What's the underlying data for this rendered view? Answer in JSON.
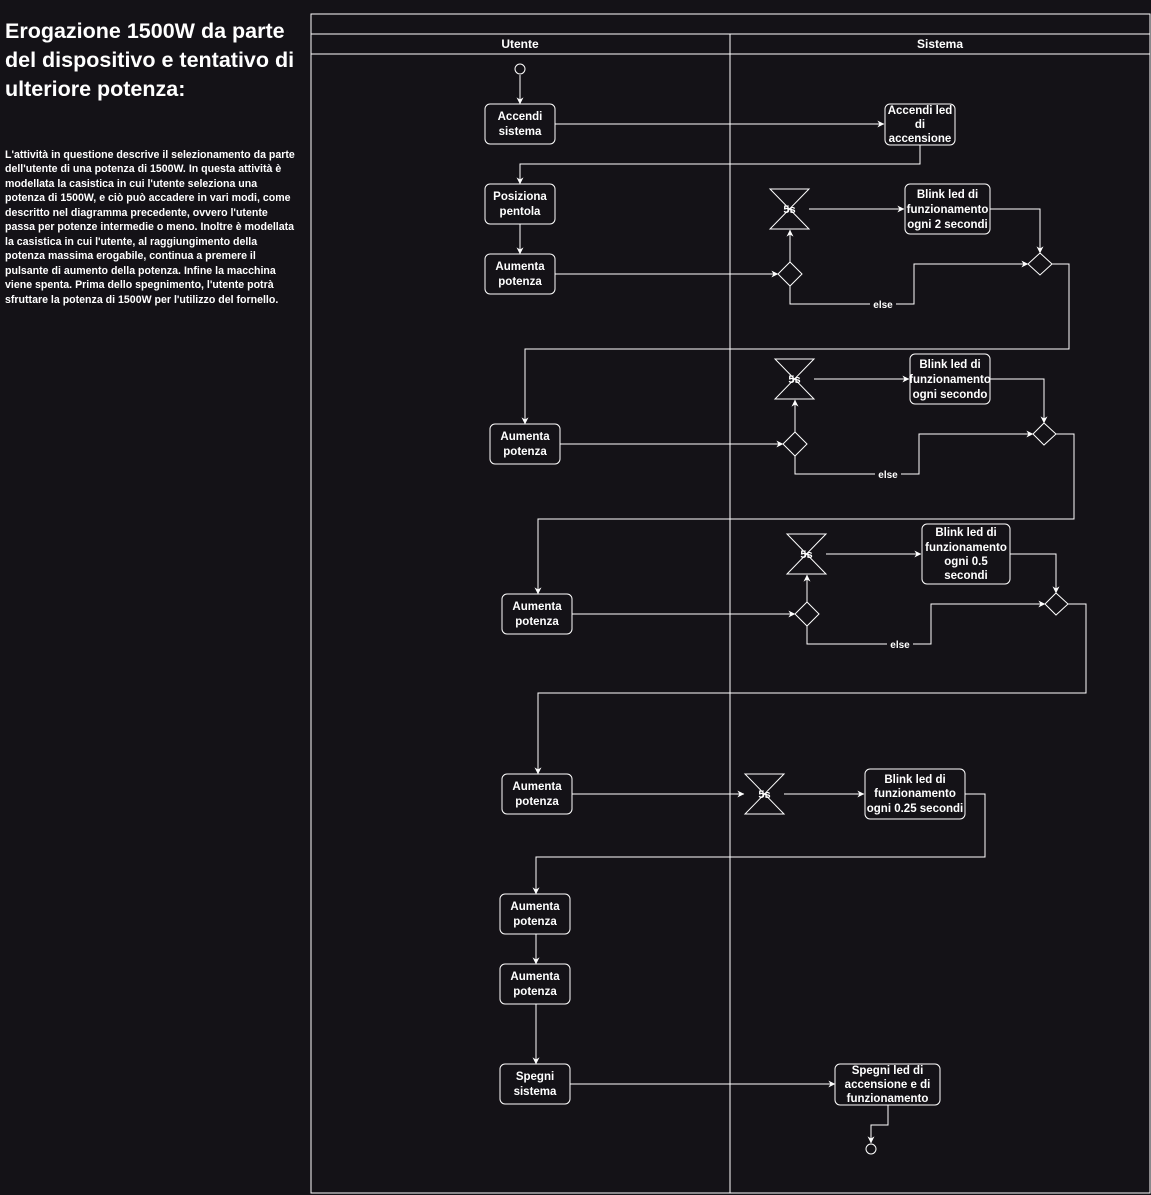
{
  "description_panel": {
    "title": "Erogazione 1500W da parte del dispositivo e tentativo di ulteriore potenza:",
    "text": "L'attività in questione descrive il selezionamento da parte dell'utente di una potenza di 1500W. In questa attività è modellata la casistica in cui l'utente seleziona una potenza di 1500W, e ciò può accadere in vari modi, come descritto nel diagramma precedente, ovvero l'utente passa per potenze intermedie o meno. Inoltre è modellata la casistica in cui l'utente, al raggiungimento della potenza massima erogabile, continua a premere il pulsante di aumento della potenza. Infine la macchina viene spenta. Prima dello spegnimento, l'utente potrà sfruttare la potenza di 1500W per l'utilizzo del fornello."
  },
  "diagram": {
    "lanes": [
      "Utente",
      "Sistema"
    ],
    "actions": {
      "accendi_sistema": [
        "Accendi",
        "sistema"
      ],
      "accendi_led": [
        "Accendi led",
        "di",
        "accensione"
      ],
      "posiziona_pentola": [
        "Posiziona",
        "pentola"
      ],
      "aumenta_1": [
        "Aumenta",
        "potenza"
      ],
      "blink_1": [
        "Blink led di",
        "funzionamento",
        "ogni 2 secondi"
      ],
      "aumenta_2": [
        "Aumenta",
        "potenza"
      ],
      "blink_2": [
        "Blink led di",
        "funzionamento",
        "ogni secondo"
      ],
      "aumenta_3": [
        "Aumenta",
        "potenza"
      ],
      "blink_3": [
        "Blink led di",
        "funzionamento",
        "ogni 0.5",
        "secondi"
      ],
      "aumenta_4": [
        "Aumenta",
        "potenza"
      ],
      "blink_4": [
        "Blink led di",
        "funzionamento",
        "ogni 0.25 secondi"
      ],
      "aumenta_5": [
        "Aumenta",
        "potenza"
      ],
      "aumenta_6": [
        "Aumenta",
        "potenza"
      ],
      "spegni_sistema": [
        "Spegni",
        "sistema"
      ],
      "spegni_led": [
        "Spegni led di",
        "accensione e di",
        "funzionamento"
      ]
    },
    "timer_label": "5s",
    "guard_else": "else"
  }
}
